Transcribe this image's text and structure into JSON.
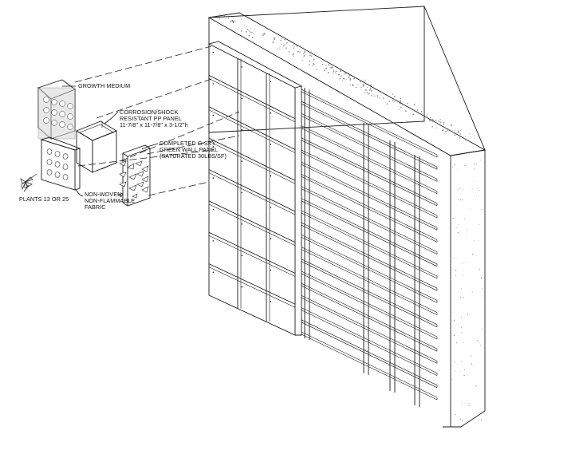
{
  "labels": {
    "growth_medium": "GROWTH MEDIUM",
    "pp_panel_1": "CORROSION/SHOCK",
    "pp_panel_2": "RESISTANT PP PANEL",
    "pp_panel_3": "11-7/8\" x 11-7/8\" x 3-1/2\"h",
    "completed_1": "COMPLETED G-SKY",
    "completed_2": "GREEN WALL PANEL",
    "completed_3": "(SATURATED 30LBS/SF)",
    "plants": "PLANTS 13 OR 25",
    "fabric_1": "NON-WOVEN",
    "fabric_2": "NON-FLAMMABLE",
    "fabric_3": "FABRIC"
  },
  "panel_grid": {
    "columns": 3,
    "rows": 8
  },
  "rail_count": 21,
  "colors": {
    "line": "#1a1a1a",
    "concrete_stipple": "#888888",
    "background": "#ffffff"
  }
}
